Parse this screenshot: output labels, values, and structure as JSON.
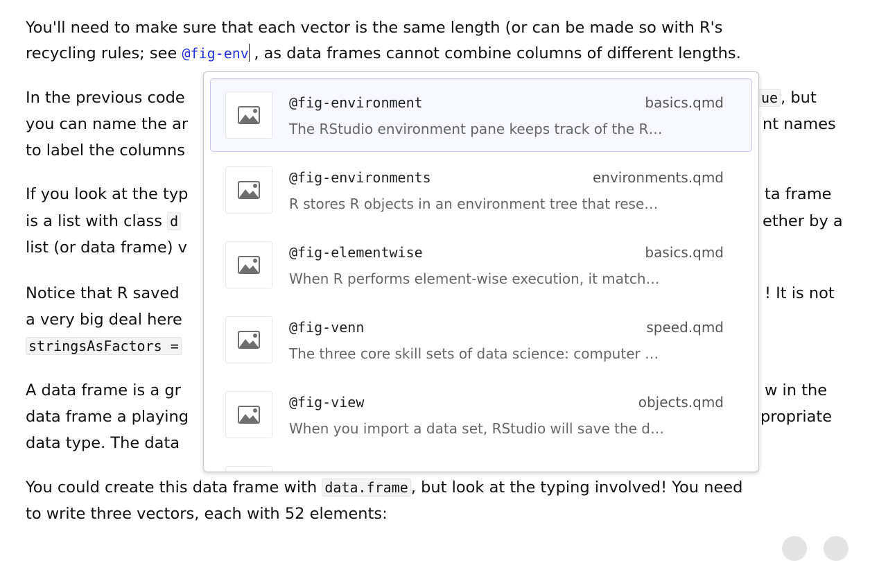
{
  "document": {
    "p1": {
      "l1": "You'll need to make sure that each vector is the same length (or can be made so with R's",
      "l2a": "recycling rules; see ",
      "ref": "@fig-env",
      "l2b": ", as data frames cannot combine columns of different lengths."
    },
    "p2": {
      "l1_left": "In the previous code",
      "l1_code": "ue",
      "l1_right": ", but",
      "l2_left": "you can name the ar",
      "l2_right": "nt names",
      "l3_left": "to label the columns"
    },
    "p3": {
      "l1_left": "If you look at the typ",
      "l1_right": "ta frame",
      "l2_left": "is a list with class ",
      "l2_code": "d",
      "l2_right": "ether by a",
      "l3_left": "list (or data frame) v"
    },
    "p4": {
      "l1_left": "Notice that R saved",
      "l1_right": "! It is not",
      "l2_left": "a very big deal here",
      "l3_code": "stringsAsFactors ="
    },
    "p5": {
      "l1_left": "A data frame is a gr",
      "l1_right": "w in the",
      "l2_left": "data frame a playing",
      "l2_right": "propriate",
      "l3_left": "data type. The data"
    },
    "p6": {
      "l1a": "You could create this data frame with ",
      "l1_code": "data.frame",
      "l1b": ", but look at the typing involved! You need",
      "l2": "to write three vectors, each with 52 elements:"
    }
  },
  "autocomplete": {
    "items": [
      {
        "label": "@fig-environment",
        "file": "basics.qmd",
        "description": "The RStudio environment pane keeps track of the R…",
        "icon": "image-icon",
        "selected": true
      },
      {
        "label": "@fig-environments",
        "file": "environments.qmd",
        "description": "R stores R objects in an environment tree that rese…",
        "icon": "image-icon"
      },
      {
        "label": "@fig-elementwise",
        "file": "basics.qmd",
        "description": "When R performs element-wise execution, it match…",
        "icon": "image-icon"
      },
      {
        "label": "@fig-venn",
        "file": "speed.qmd",
        "description": "The three core skill sets of data science: computer …",
        "icon": "image-icon"
      },
      {
        "label": "@fig-view",
        "file": "objects.qmd",
        "description": "When you import a data set, RStudio will save the d…",
        "icon": "image-icon"
      }
    ]
  },
  "colors": {
    "reference": "#2233dd",
    "selected_border": "#c6c6f0",
    "selected_bg": "#f7f7ff"
  }
}
